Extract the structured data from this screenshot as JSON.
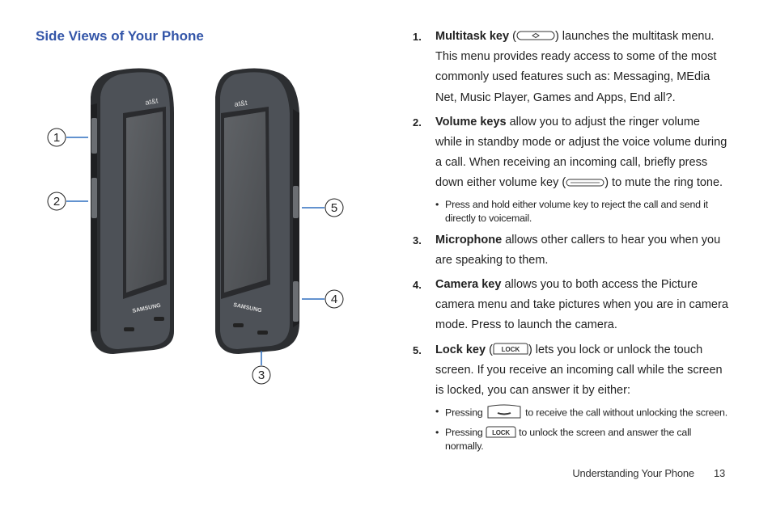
{
  "heading": "Side Views of Your Phone",
  "figure": {
    "callouts": [
      "1",
      "2",
      "3",
      "4",
      "5"
    ],
    "phone_brand": "at&t",
    "phone_maker": "SAMSUNG"
  },
  "items": [
    {
      "num": "1.",
      "term": "Multitask key",
      "pre_icon": " (",
      "post_icon": ") launches the multitask menu. This menu provides ready access to some of the most commonly used features such as: Messaging, MEdia Net, Music Player, Games and Apps, End all?."
    },
    {
      "num": "2.",
      "term": "Volume keys",
      "pre_icon": " allow you to adjust the ringer volume while in standby mode or adjust the voice volume during a call. When receiving an incoming call, briefly press down either volume key (",
      "post_icon": ") to mute the ring tone.",
      "bullets": [
        {
          "text": "Press and hold either volume key to reject the call and send it directly to voicemail."
        }
      ]
    },
    {
      "num": "3.",
      "term": "Microphone",
      "text": " allows other callers to hear you when you are speaking to them."
    },
    {
      "num": "4.",
      "term": "Camera key",
      "text": " allows you to both access the Picture camera menu and take pictures when you are in camera mode. Press to launch the camera."
    },
    {
      "num": "5.",
      "term": "Lock key",
      "pre_icon": " (",
      "post_icon": ") lets you lock or unlock the touch screen. If you receive an incoming call while the screen is locked, you can answer it by either:",
      "icon_label": "LOCK",
      "bullets": [
        {
          "pre": "Pressing ",
          "post": " to receive the call without unlocking the screen."
        },
        {
          "pre": "Pressing ",
          "post": " to unlock the screen and answer the call normally.",
          "icon_label": "LOCK"
        }
      ]
    }
  ],
  "footer": {
    "section": "Understanding Your Phone",
    "page": "13"
  }
}
